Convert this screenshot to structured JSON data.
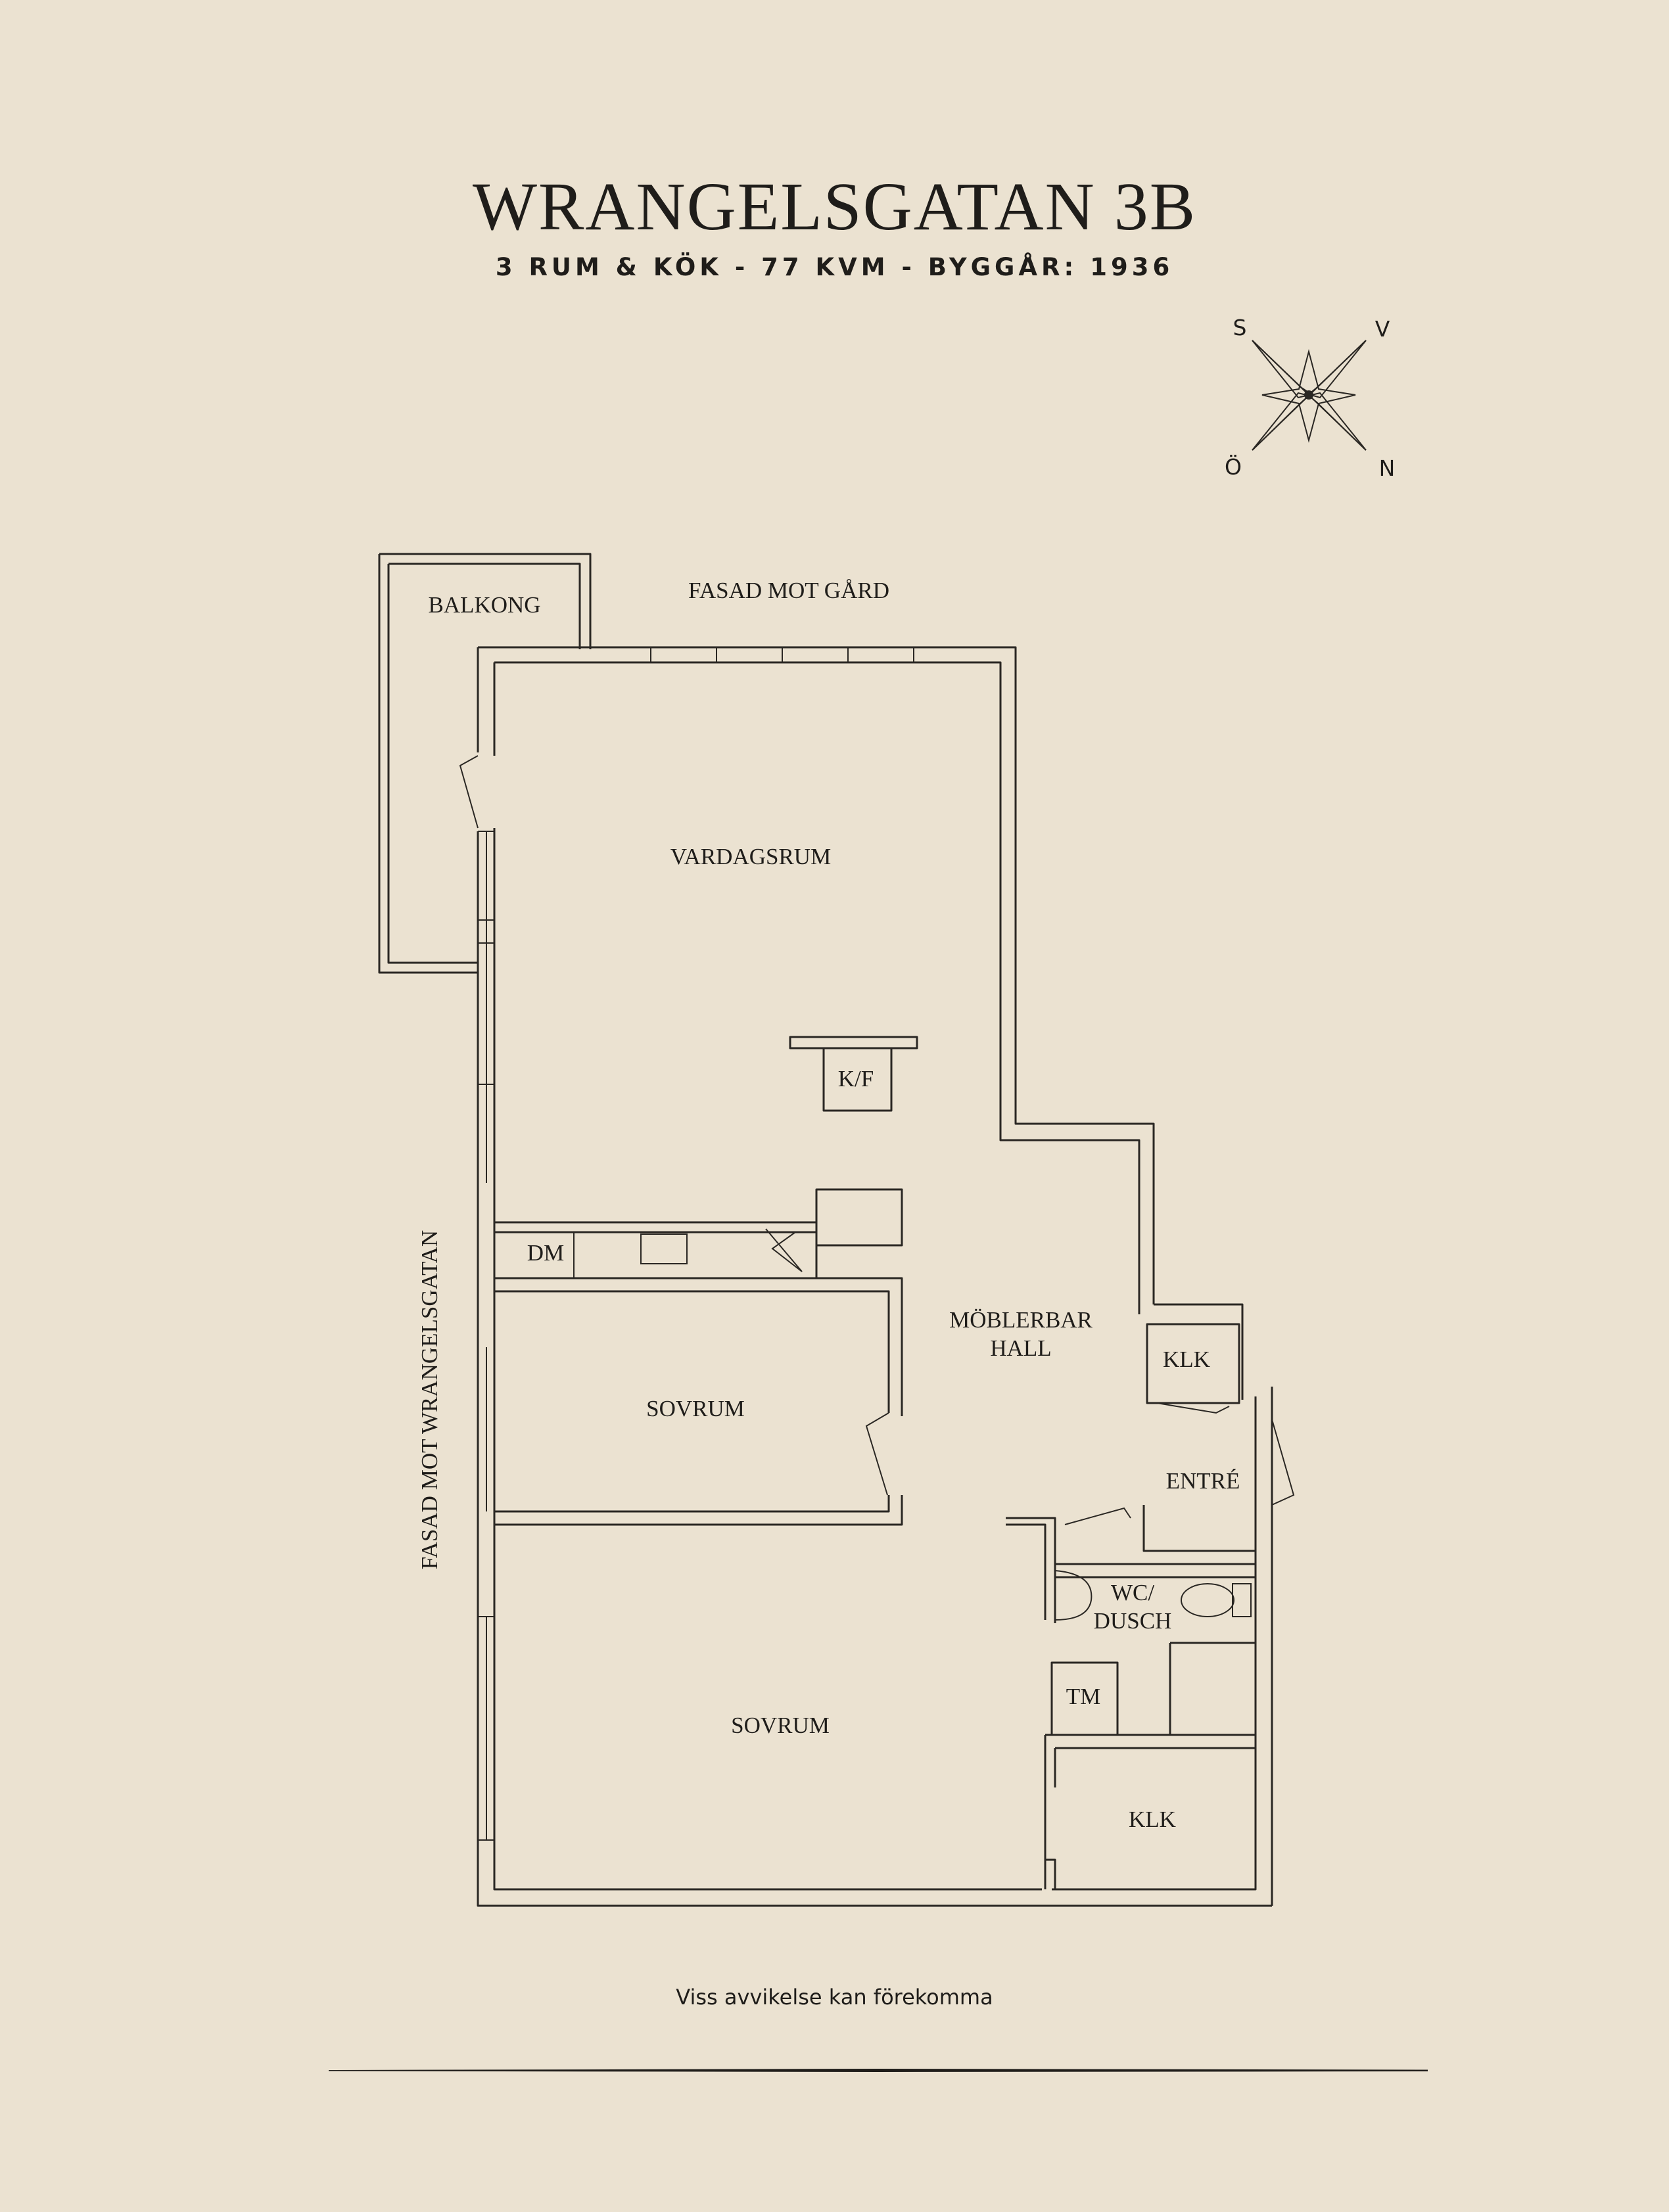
{
  "header": {
    "title": "WRANGELSGATAN 3B",
    "subtitle": "3 RUM & KÖK  -  77 KVM  -  BYGGÅR: 1936"
  },
  "compass": {
    "top_left": "S",
    "top_right": "V",
    "bottom_left": "Ö",
    "bottom_right": "N"
  },
  "facades": {
    "courtyard": "FASAD MOT GÅRD",
    "street": "FASAD MOT WRANGELSGATAN"
  },
  "rooms": {
    "balcony": "BALKONG",
    "living_room": "VARDAGSRUM",
    "fridge_freezer": "K/F",
    "dishwasher": "DM",
    "hall_line1": "MÖBLERBAR",
    "hall_line2": "HALL",
    "closet_entry": "KLK",
    "entrance": "ENTRÉ",
    "bedroom_1": "SOVRUM",
    "bathroom_line1": "WC/",
    "bathroom_line2": "DUSCH",
    "washer": "TM",
    "bedroom_2": "SOVRUM",
    "closet_bedroom": "KLK"
  },
  "footer": {
    "note": "Viss avvikelse kan förekomma"
  },
  "colors": {
    "background": "#ebe2d1",
    "ink": "#1f1d1a"
  }
}
